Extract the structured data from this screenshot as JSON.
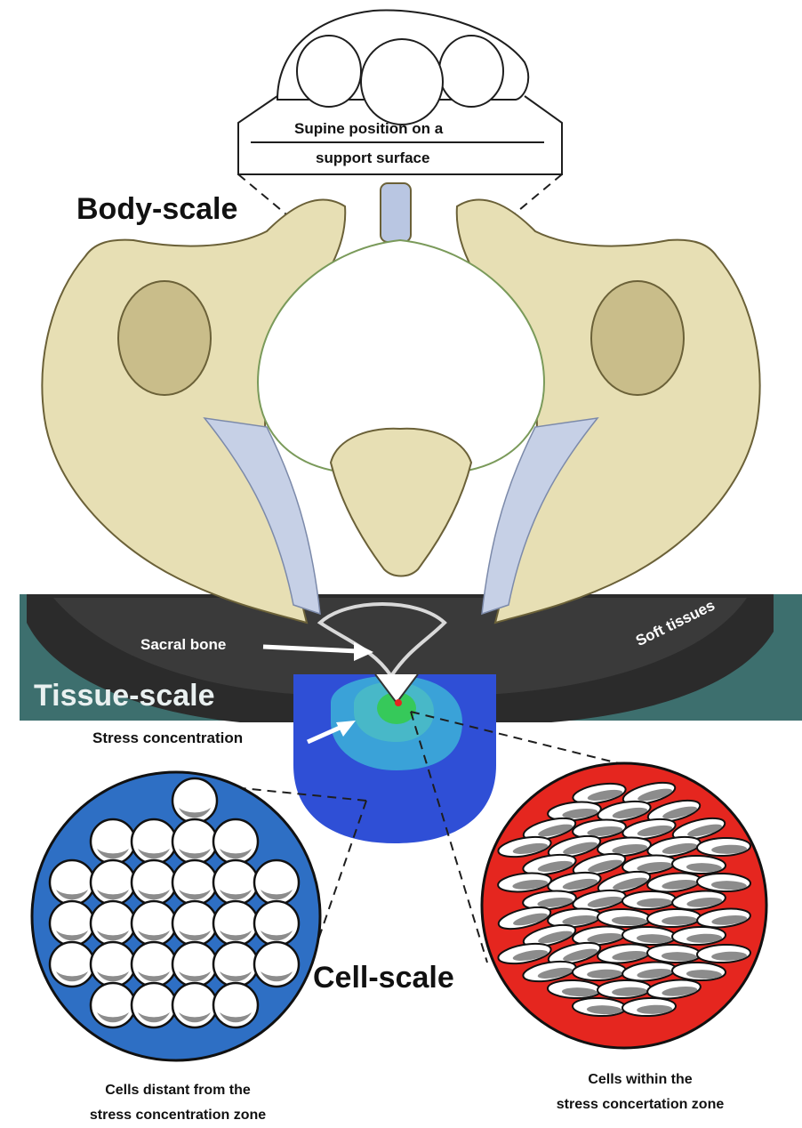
{
  "labels": {
    "body_scale": "Body-scale",
    "tissue_scale": "Tissue-scale",
    "cell_scale": "Cell-scale",
    "supine_line1": "Supine position on a",
    "supine_line2": "support surface",
    "sacral_bone": "Sacral bone",
    "soft_tissues": "Soft tissues",
    "stress_concentration": "Stress concentration",
    "cells_distant_line1": "Cells distant from the",
    "cells_distant_line2": "stress concentration zone",
    "cells_within_line1": "Cells within the",
    "cells_within_line2": "stress concertation zone"
  },
  "colors": {
    "bone": "#e7dfb4",
    "bone_shadow": "#c9bd8a",
    "ligament": "#c6d0e6",
    "tissue_band": "#3d6f6e",
    "soft_tissue_dark": "#2b2b2b",
    "fem_blue": "#2f4fd6",
    "fem_cyan": "#3aa2d8",
    "fem_green": "#36c95a",
    "circle_blue": "#2e6fc4",
    "circle_red": "#e5261f",
    "cell_white": "#ffffff",
    "cell_gray": "#8c8c8c"
  }
}
